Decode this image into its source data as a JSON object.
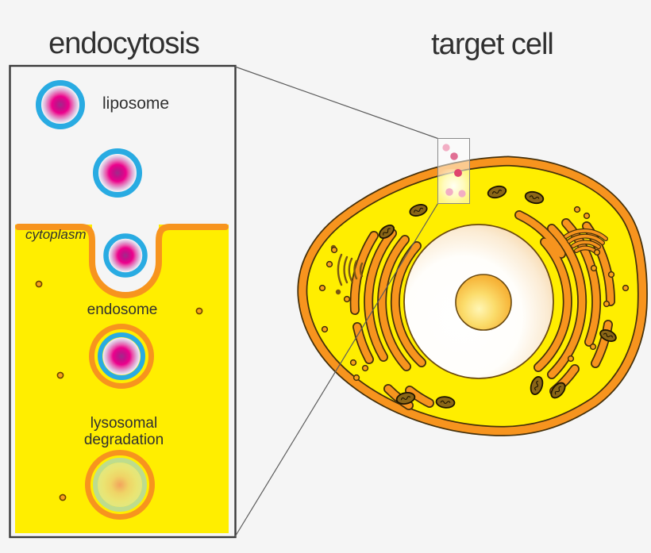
{
  "titles": {
    "endocytosis": "endocytosis",
    "target_cell": "target cell"
  },
  "labels": {
    "liposome": "liposome",
    "cytoplasm": "cytoplasm",
    "endosome": "endosome",
    "lysosomal_degradation": "lysosomal\ndegradation"
  },
  "colors": {
    "background": "#F5F5F5",
    "text": "#303030",
    "box_border": "#3A3A3A",
    "cytoplasm_yellow": "#FFEE00",
    "membrane_orange": "#F7941E",
    "membrane_outline": "#45300A",
    "liposome_blue": "#29ABE2",
    "liposome_magenta": "#EC008C",
    "lysosome_green": "#BEDC8E",
    "nucleus_edge_tan": "#F3C183",
    "nucleolus_orange": "#F4A427",
    "organelle_brown": "#8A6617",
    "golgi_brown": "#7A5713",
    "vesicle_orange": "#F9A11B",
    "pink_particle_light": "#F2AEC4",
    "pink_particle_medium": "#E06F94",
    "pink_particle_strong": "#E0446E",
    "connector_gray": "#5C5C5C"
  }
}
